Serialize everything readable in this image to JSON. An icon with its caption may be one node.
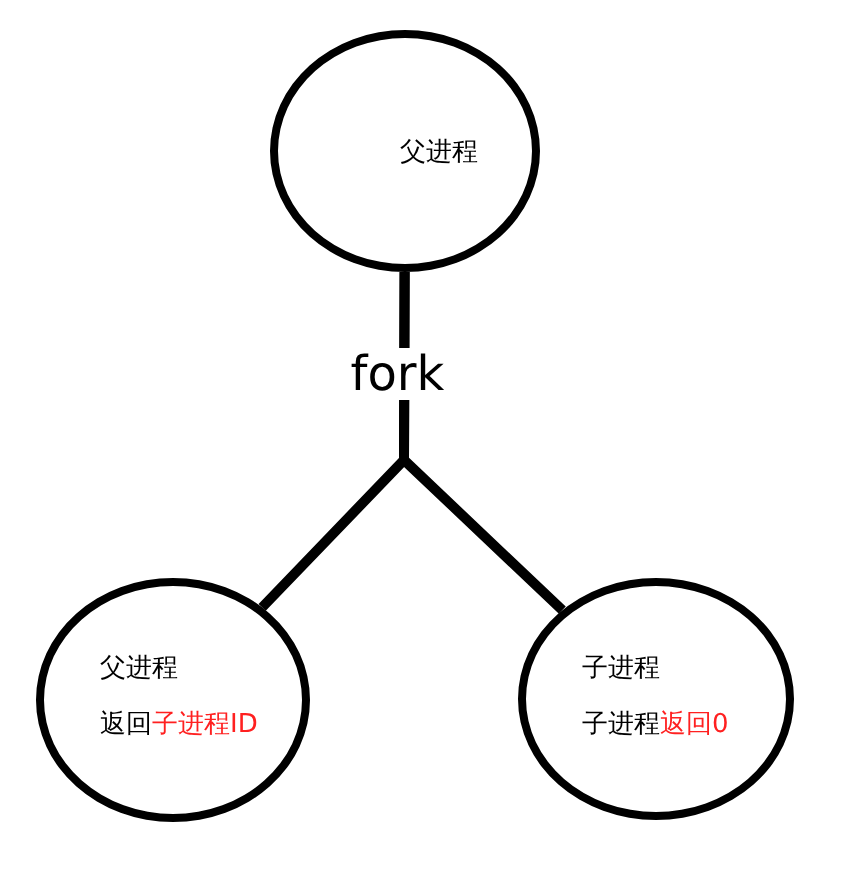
{
  "diagram": {
    "nodes": [
      {
        "text": [
          "父进程"
        ]
      },
      {
        "text": [
          "父进程",
          "返回",
          "子进程ID"
        ]
      },
      {
        "text": [
          "子进程",
          "子进程",
          "返回0"
        ]
      }
    ],
    "edges": [
      {
        "from": 0,
        "to": 1,
        "arrow": "none",
        "label": "fork"
      },
      {
        "from": 0,
        "to": 2,
        "arrow": "none"
      }
    ]
  }
}
